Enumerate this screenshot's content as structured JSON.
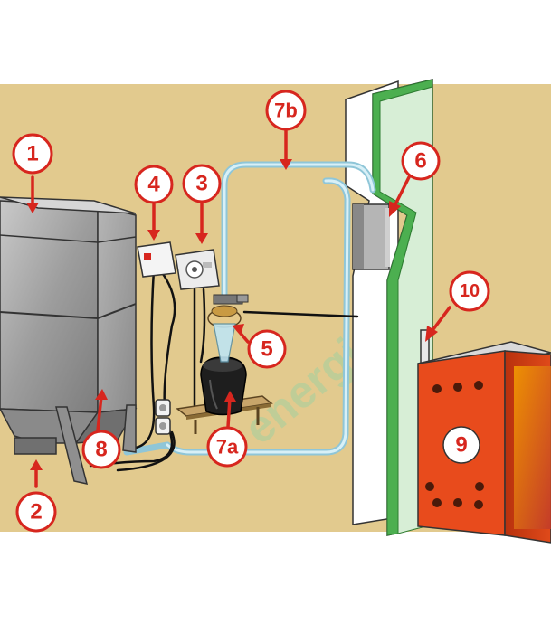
{
  "watermark": "energie",
  "callouts": [
    {
      "id": "1",
      "label": "1"
    },
    {
      "id": "2",
      "label": "2"
    },
    {
      "id": "3",
      "label": "3"
    },
    {
      "id": "4",
      "label": "4"
    },
    {
      "id": "5",
      "label": "5"
    },
    {
      "id": "6",
      "label": "6"
    },
    {
      "id": "7a",
      "label": "7a"
    },
    {
      "id": "7b",
      "label": "7b"
    },
    {
      "id": "8",
      "label": "8"
    },
    {
      "id": "10",
      "label": "10"
    }
  ],
  "stove_label": "9",
  "colors": {
    "wall": "#e2ca8e",
    "callout_red": "#d7261e",
    "tank_grey": "#9a9a9a",
    "pipe_blue": "#b8dde8",
    "stove_orange": "#e84b1c",
    "partition_green": "#4caf50"
  }
}
